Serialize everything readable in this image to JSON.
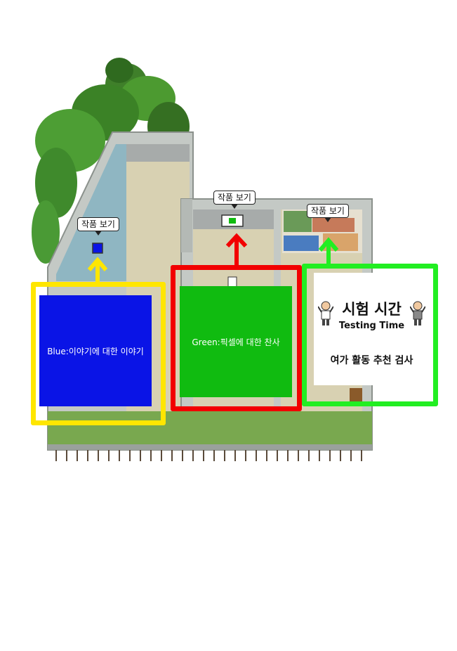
{
  "room": {
    "bubbles": {
      "left": "작품 보기",
      "middle": "작품 보기",
      "right": "작품 보기"
    },
    "screens": {
      "blue": "Blue:이야기에 대한 이야기",
      "green": "Green:픽셀에 대한 찬사"
    },
    "testing_panel": {
      "title": "시험 시간",
      "subtitle": "Testing Time",
      "activity": "여가 활동 추천 검사"
    },
    "colors": {
      "yellow": "#ffe600",
      "red": "#f20000",
      "lime": "#22ee22",
      "blue_screen": "#0a14e6",
      "green_screen": "#10bb10"
    },
    "icons": [
      "tree-foliage",
      "painting-map",
      "avatar-figure",
      "monitor"
    ]
  }
}
